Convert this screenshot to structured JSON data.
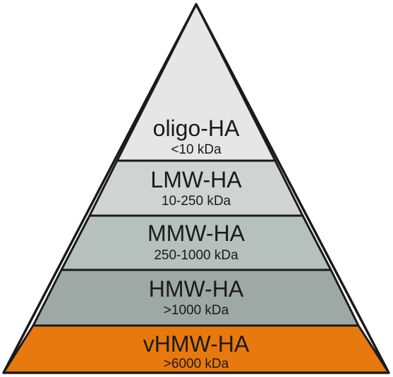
{
  "tiers": [
    {
      "name": "oligo-HA",
      "range": "<10 kDa",
      "color": "#e6e6e6"
    },
    {
      "name": "LMW-HA",
      "range": "10-250 kDa",
      "color": "#cfd4d3"
    },
    {
      "name": "MMW-HA",
      "range": "250-1000 kDa",
      "color": "#b6c0bd"
    },
    {
      "name": "HMW-HA",
      "range": ">1000 kDa",
      "color": "#9ea8a5"
    },
    {
      "name": "vHMW-HA",
      "range": ">6000 kDa",
      "color": "#e8790e"
    }
  ],
  "colors": {
    "outline": "#1a1a1a",
    "background": "#ffffff"
  }
}
